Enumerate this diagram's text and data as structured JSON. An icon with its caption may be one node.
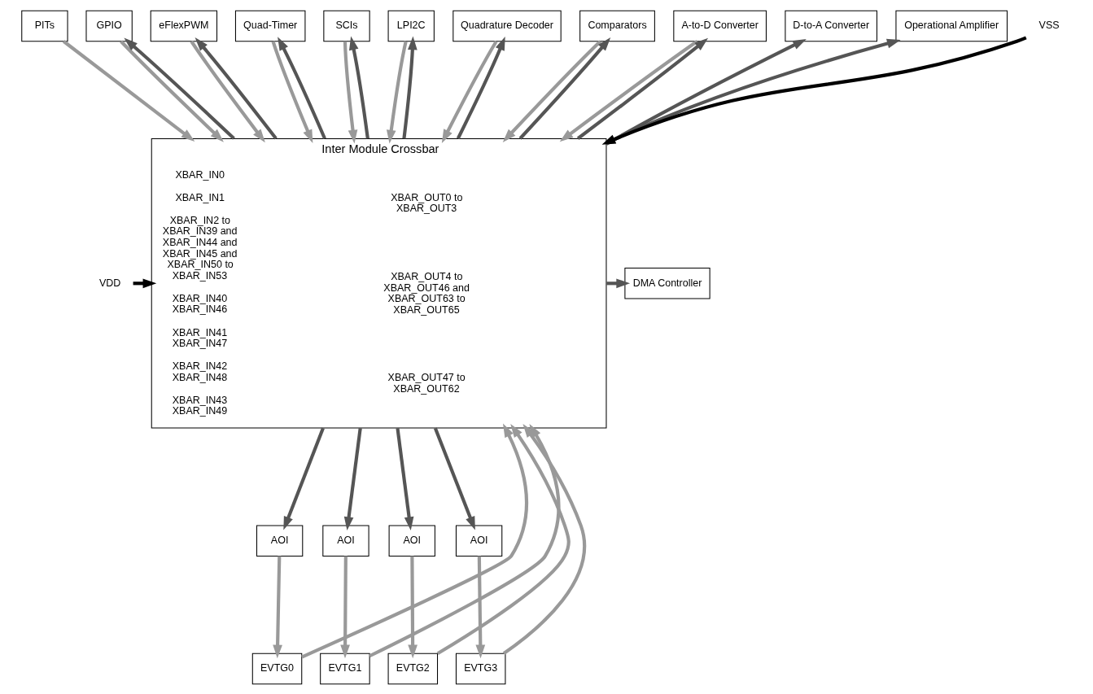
{
  "diagram": {
    "nodes": [
      {
        "text": [
          "PITs"
        ]
      },
      {
        "text": [
          "GPIO"
        ]
      },
      {
        "text": [
          "eFlexPWM"
        ]
      },
      {
        "text": [
          "Quad-Timer"
        ]
      },
      {
        "text": [
          "SCIs"
        ]
      },
      {
        "text": [
          "LPI2C"
        ]
      },
      {
        "text": [
          "Quadrature Decoder"
        ]
      },
      {
        "text": [
          "Comparators"
        ]
      },
      {
        "text": [
          "A-to-D Converter"
        ]
      },
      {
        "text": [
          "D-to-A Converter"
        ]
      },
      {
        "text": [
          "Operational Amplifier"
        ]
      },
      {
        "text": [
          "Inter Module Crossbar",
          "XBAR_IN0",
          "XBAR_IN1",
          "XBAR_IN2 to XBAR_IN39 and XBAR_IN44 and XBAR_IN45 and XBAR_IN50 to XBAR_IN53",
          "XBAR_IN40 XBAR_IN46",
          "XBAR_IN41 XBAR_IN47",
          "XBAR_IN42 XBAR_IN48",
          "XBAR_IN43 XBAR_IN49",
          "XBAR_OUT0 to XBAR_OUT3",
          "XBAR_OUT4 to XBAR_OUT46 and XBAR_OUT63 to XBAR_OUT65",
          "XBAR_OUT47 to XBAR_OUT62"
        ]
      },
      {
        "text": [
          "DMA Controller"
        ]
      },
      {
        "text": [
          "VSS"
        ]
      },
      {
        "text": [
          "VDD"
        ]
      },
      {
        "text": [
          "AOI"
        ]
      },
      {
        "text": [
          "EVTG0"
        ]
      },
      {
        "text": [
          "AOI"
        ]
      },
      {
        "text": [
          "EVTG1"
        ]
      },
      {
        "text": [
          "AOI"
        ]
      },
      {
        "text": [
          "EVTG2"
        ]
      },
      {
        "text": [
          "AOI"
        ]
      },
      {
        "text": [
          "EVTG3"
        ]
      }
    ],
    "edges": [
      {
        "from": 0,
        "to": 11,
        "arrow": "to",
        "color": "#999999"
      },
      {
        "from": 1,
        "to": 11,
        "arrow": "to",
        "color": "#999999"
      },
      {
        "from": 2,
        "to": 11,
        "arrow": "to",
        "color": "#999999"
      },
      {
        "from": 3,
        "to": 11,
        "arrow": "to",
        "color": "#999999"
      },
      {
        "from": 4,
        "to": 11,
        "arrow": "to",
        "color": "#999999"
      },
      {
        "from": 5,
        "to": 11,
        "arrow": "to",
        "color": "#999999"
      },
      {
        "from": 6,
        "to": 11,
        "arrow": "to",
        "color": "#999999"
      },
      {
        "from": 7,
        "to": 11,
        "arrow": "to",
        "color": "#999999"
      },
      {
        "from": 8,
        "to": 11,
        "arrow": "to",
        "color": "#999999"
      },
      {
        "from": 11,
        "to": 1,
        "arrow": "to",
        "color": "#555555"
      },
      {
        "from": 11,
        "to": 2,
        "arrow": "to",
        "color": "#555555"
      },
      {
        "from": 11,
        "to": 3,
        "arrow": "to",
        "color": "#555555"
      },
      {
        "from": 11,
        "to": 4,
        "arrow": "to",
        "color": "#555555"
      },
      {
        "from": 11,
        "to": 5,
        "arrow": "to",
        "color": "#555555"
      },
      {
        "from": 11,
        "to": 6,
        "arrow": "to",
        "color": "#555555"
      },
      {
        "from": 11,
        "to": 7,
        "arrow": "to",
        "color": "#555555"
      },
      {
        "from": 11,
        "to": 8,
        "arrow": "to",
        "color": "#555555"
      },
      {
        "from": 11,
        "to": 9,
        "arrow": "to",
        "color": "#555555"
      },
      {
        "from": 11,
        "to": 10,
        "arrow": "to",
        "color": "#555555"
      },
      {
        "from": 13,
        "to": 11,
        "arrow": "to",
        "color": "#000000"
      },
      {
        "from": 14,
        "to": 11,
        "arrow": "to",
        "color": "#000000"
      },
      {
        "from": 11,
        "to": 12,
        "arrow": "to",
        "color": "#555555"
      },
      {
        "from": 11,
        "to": 15,
        "arrow": "to",
        "color": "#555555"
      },
      {
        "from": 11,
        "to": 17,
        "arrow": "to",
        "color": "#555555"
      },
      {
        "from": 11,
        "to": 19,
        "arrow": "to",
        "color": "#555555"
      },
      {
        "from": 11,
        "to": 21,
        "arrow": "to",
        "color": "#555555"
      },
      {
        "from": 15,
        "to": 16,
        "arrow": "to",
        "color": "#999999"
      },
      {
        "from": 17,
        "to": 18,
        "arrow": "to",
        "color": "#999999"
      },
      {
        "from": 19,
        "to": 20,
        "arrow": "to",
        "color": "#999999"
      },
      {
        "from": 21,
        "to": 22,
        "arrow": "to",
        "color": "#999999"
      },
      {
        "from": 16,
        "to": 11,
        "arrow": "to",
        "color": "#999999"
      },
      {
        "from": 18,
        "to": 11,
        "arrow": "to",
        "color": "#999999"
      },
      {
        "from": 20,
        "to": 11,
        "arrow": "to",
        "color": "#999999"
      },
      {
        "from": 22,
        "to": 11,
        "arrow": "to",
        "color": "#999999"
      }
    ]
  }
}
